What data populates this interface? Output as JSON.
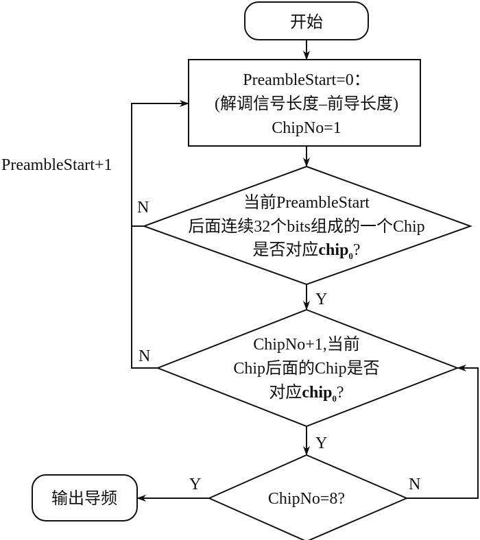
{
  "diagram": {
    "type": "flowchart",
    "nodes": {
      "start": {
        "kind": "terminal",
        "label": "开始"
      },
      "init": {
        "kind": "process",
        "lines": [
          "PreambleStart=0：",
          "(解调信号长度–前导长度)",
          "ChipNo=1"
        ]
      },
      "decision1": {
        "kind": "decision",
        "line1": "当前PreambleStart",
        "line2": "后面连续32个bits组成的一个Chip",
        "line3_prefix": "是否对应",
        "line3_bold": "chip",
        "line3_sub": "0",
        "line3_suffix": "?"
      },
      "decision2": {
        "kind": "decision",
        "line1": "ChipNo+1,当前",
        "line2": "Chip后面的Chip是否",
        "line3_prefix": "对应",
        "line3_bold": "chip",
        "line3_sub": "0",
        "line3_suffix": "?"
      },
      "decision3": {
        "kind": "decision",
        "label": "ChipNo=8?"
      },
      "output": {
        "kind": "terminal",
        "label": "输出导频"
      }
    },
    "edge_labels": {
      "loop_back": "PreambleStart+1",
      "d1_no": "N",
      "d1_yes": "Y",
      "d2_no": "N",
      "d2_yes": "Y",
      "d3_yes": "Y",
      "d3_no": "N"
    },
    "edges": [
      {
        "from": "start",
        "to": "init"
      },
      {
        "from": "init",
        "to": "decision1"
      },
      {
        "from": "decision1",
        "to": "decision2",
        "label": "Y"
      },
      {
        "from": "decision1",
        "to": "init",
        "label": "N",
        "annotation": "PreambleStart+1"
      },
      {
        "from": "decision2",
        "to": "decision3",
        "label": "Y"
      },
      {
        "from": "decision2",
        "to": "init",
        "label": "N",
        "annotation": "PreambleStart+1"
      },
      {
        "from": "decision3",
        "to": "output",
        "label": "Y"
      },
      {
        "from": "decision3",
        "to": "decision2",
        "label": "N"
      }
    ]
  }
}
